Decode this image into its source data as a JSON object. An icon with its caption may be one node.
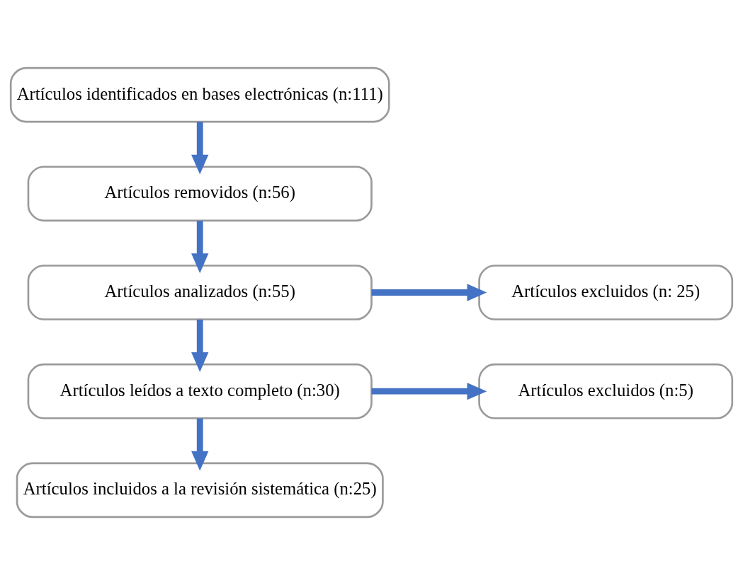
{
  "diagram": {
    "nodes": [
      {
        "text": [
          "Artículos identificados en bases electrónicas (n:111)"
        ]
      },
      {
        "text": [
          "Artículos removidos (n:56)"
        ]
      },
      {
        "text": [
          "Artículos analizados (n:55)"
        ]
      },
      {
        "text": [
          "Artículos excluidos (n: 25)"
        ]
      },
      {
        "text": [
          "Artículos leídos a texto completo (n:30)"
        ]
      },
      {
        "text": [
          "Artículos excluidos (n:5)"
        ]
      },
      {
        "text": [
          "Artículos incluidos a la revisión sistemática (n:25)"
        ]
      }
    ],
    "edges": [
      {
        "from": 0,
        "to": 1,
        "arrow": "to"
      },
      {
        "from": 1,
        "to": 2,
        "arrow": "to"
      },
      {
        "from": 2,
        "to": 3,
        "arrow": "to"
      },
      {
        "from": 2,
        "to": 4,
        "arrow": "to"
      },
      {
        "from": 4,
        "to": 5,
        "arrow": "to"
      },
      {
        "from": 4,
        "to": 6,
        "arrow": "to"
      }
    ]
  }
}
